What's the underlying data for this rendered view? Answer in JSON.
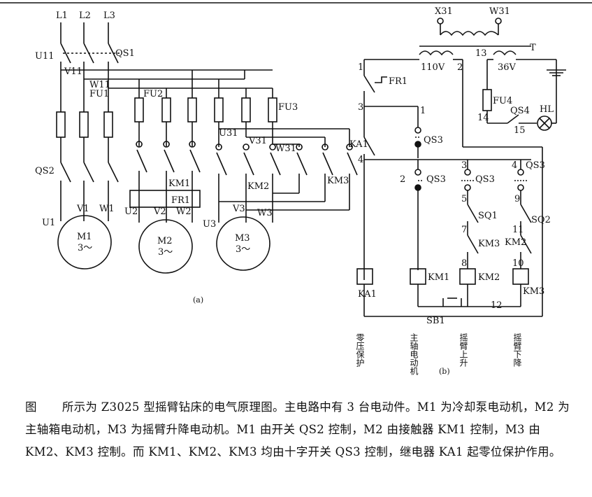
{
  "circuit": {
    "supply_phases": [
      "L1",
      "L2",
      "L3"
    ],
    "main_switch": "QS1",
    "nodes_left": [
      "U11",
      "V11",
      "W11"
    ],
    "fuse_main": "FU1",
    "fuse_2": "FU2",
    "fuse_3": "FU3",
    "switch_pump": "QS2",
    "nodes_m3": [
      "U31",
      "V31",
      "W31"
    ],
    "contactors": [
      "KM1",
      "KM2",
      "KM3"
    ],
    "overload": "FR1",
    "motors": [
      {
        "name": "M1",
        "phase": "3～",
        "terminals": [
          "U1",
          "V1",
          "W1"
        ]
      },
      {
        "name": "M2",
        "phase": "3～",
        "terminals": [
          "U2",
          "V2",
          "W2"
        ]
      },
      {
        "name": "M3",
        "phase": "3～",
        "terminals": [
          "U3",
          "V3",
          "W3"
        ]
      }
    ],
    "label_a": "(a)",
    "label_b": "(b)"
  },
  "control": {
    "transformer_primary": [
      "X31",
      "W31"
    ],
    "transformer": "T",
    "voltage_primary": "110V",
    "voltage_secondary": "36V",
    "fuse_4": "FU4",
    "lamp_switch": "QS4",
    "lamp": "HL",
    "relay": "KA1",
    "cross_switch": "QS3",
    "limit_switches": [
      "SQ1",
      "SQ2"
    ],
    "button": "SB1",
    "wire_numbers": [
      "1",
      "2",
      "3",
      "4",
      "5",
      "7",
      "8",
      "9",
      "10",
      "11",
      "12",
      "13",
      "14",
      "15"
    ],
    "coils": [
      "KA1",
      "KM1",
      "KM2",
      "KM3"
    ],
    "functions": [
      "零压保护",
      "主轴电动机",
      "摇臂上升",
      "摇臂下降"
    ]
  },
  "caption": {
    "figure_word": "图",
    "text": "所示为 Z3025 型摇臂钻床的电气原理图。主电路中有 3 台电动件。M1 为冷却泵电动机，M2 为主轴箱电动机，M3 为摇臂升降电动机。M1 由开关 QS2 控制，M2 由接触器 KM1 控制，M3 由 KM2、KM3 控制。而 KM1、KM2、KM3 均由十字开关 QS3 控制，继电器 KA1 起零位保护作用。"
  }
}
